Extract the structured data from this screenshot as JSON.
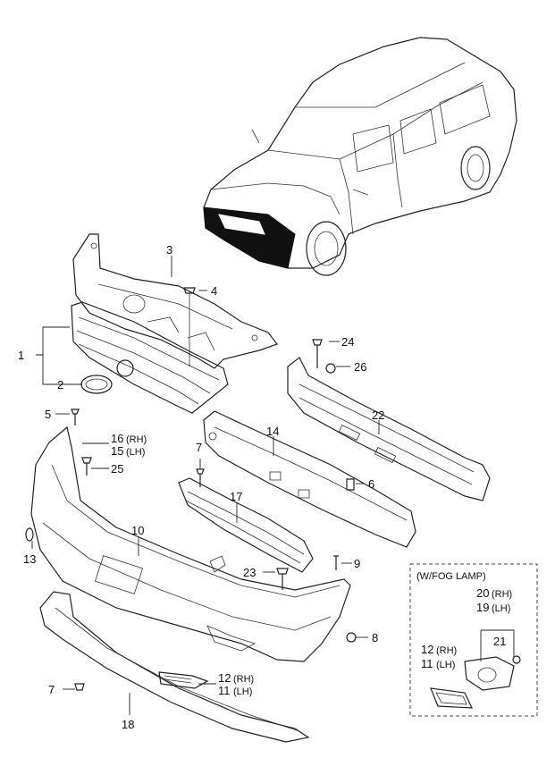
{
  "callouts": {
    "c1": "1",
    "c2": "2",
    "c3": "3",
    "c4": "4",
    "c5": "5",
    "c6": "6",
    "c7a": "7",
    "c7b": "7",
    "c8": "8",
    "c9": "9",
    "c10": "10",
    "c13": "13",
    "c14": "14",
    "c16": "16",
    "c15": "15",
    "c17": "17",
    "c18": "18",
    "c22": "22",
    "c23": "23",
    "c24": "24",
    "c25": "25",
    "c26": "26",
    "c12a": "12",
    "c11a": "11",
    "c12b": "12",
    "c11b": "11",
    "c20": "20",
    "c19": "19",
    "c21": "21"
  },
  "side": {
    "rh": "(RH)",
    "lh": "(LH)"
  },
  "fog_box": {
    "title": "(W/FOG LAMP)"
  },
  "colors": {
    "line": "#222222",
    "background": "#ffffff"
  }
}
